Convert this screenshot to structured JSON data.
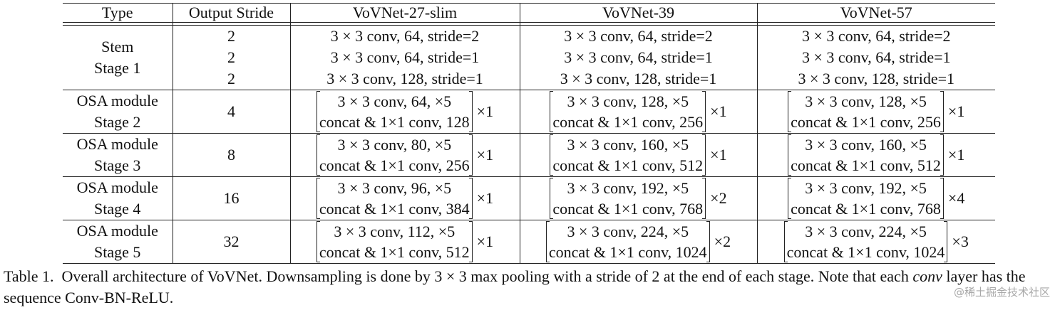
{
  "table": {
    "headers": [
      "Type",
      "Output Stride",
      "VoVNet-27-slim",
      "VoVNet-39",
      "VoVNet-57"
    ],
    "stem": {
      "type_lines": [
        "Stem",
        "Stage 1"
      ],
      "strides": [
        "2",
        "2",
        "2"
      ],
      "vovnet27": [
        "3 × 3 conv, 64, stride=2",
        "3 × 3 conv, 64, stride=1",
        "3 × 3 conv, 128, stride=1"
      ],
      "vovnet39": [
        "3 × 3 conv, 64, stride=2",
        "3 × 3 conv, 64, stride=1",
        "3 × 3 conv, 128, stride=1"
      ],
      "vovnet57": [
        "3 × 3 conv, 64, stride=2",
        "3 × 3 conv, 64, stride=1",
        "3 × 3 conv, 128, stride=1"
      ]
    },
    "stages": [
      {
        "type": [
          "OSA module",
          "Stage 2"
        ],
        "stride": "4",
        "v27": [
          "3 × 3 conv, 64, ×5",
          "concat & 1×1 conv, 128"
        ],
        "v27_mult": "×1",
        "v39": [
          "3 × 3 conv, 128, ×5",
          "concat & 1×1 conv, 256"
        ],
        "v39_mult": "×1",
        "v57": [
          "3 × 3 conv, 128, ×5",
          "concat & 1×1 conv, 256"
        ],
        "v57_mult": "×1"
      },
      {
        "type": [
          "OSA module",
          "Stage 3"
        ],
        "stride": "8",
        "v27": [
          "3 × 3 conv, 80, ×5",
          "concat & 1×1 conv, 256"
        ],
        "v27_mult": "×1",
        "v39": [
          "3 × 3 conv, 160, ×5",
          "concat & 1×1 conv, 512"
        ],
        "v39_mult": "×1",
        "v57": [
          "3 × 3 conv, 160, ×5",
          "concat & 1×1 conv, 512"
        ],
        "v57_mult": "×1"
      },
      {
        "type": [
          "OSA module",
          "Stage 4"
        ],
        "stride": "16",
        "v27": [
          "3 × 3 conv, 96, ×5",
          "concat & 1×1 conv, 384"
        ],
        "v27_mult": "×1",
        "v39": [
          "3 × 3 conv, 192, ×5",
          "concat & 1×1 conv, 768"
        ],
        "v39_mult": "×2",
        "v57": [
          "3 × 3 conv, 192, ×5",
          "concat & 1×1 conv, 768"
        ],
        "v57_mult": "×4"
      },
      {
        "type": [
          "OSA module",
          "Stage 5"
        ],
        "stride": "32",
        "v27": [
          "3 × 3 conv, 112, ×5",
          "concat & 1×1 conv, 512"
        ],
        "v27_mult": "×1",
        "v39": [
          "3 × 3 conv, 224, ×5",
          "concat & 1×1 conv, 1024"
        ],
        "v39_mult": "×2",
        "v57": [
          "3 × 3 conv, 224, ×5",
          "concat & 1×1 conv, 1024"
        ],
        "v57_mult": "×3"
      }
    ]
  },
  "caption": {
    "label": "Table 1.",
    "text_before_italic": "Overall architecture of VoVNet. Downsampling is done by 3 × 3 max pooling with a stride of 2 at the end of each stage. Note that each ",
    "italic": "conv",
    "text_after_italic": " layer has the sequence Conv-BN-ReLU."
  },
  "watermark": "@稀土掘金技术社区"
}
